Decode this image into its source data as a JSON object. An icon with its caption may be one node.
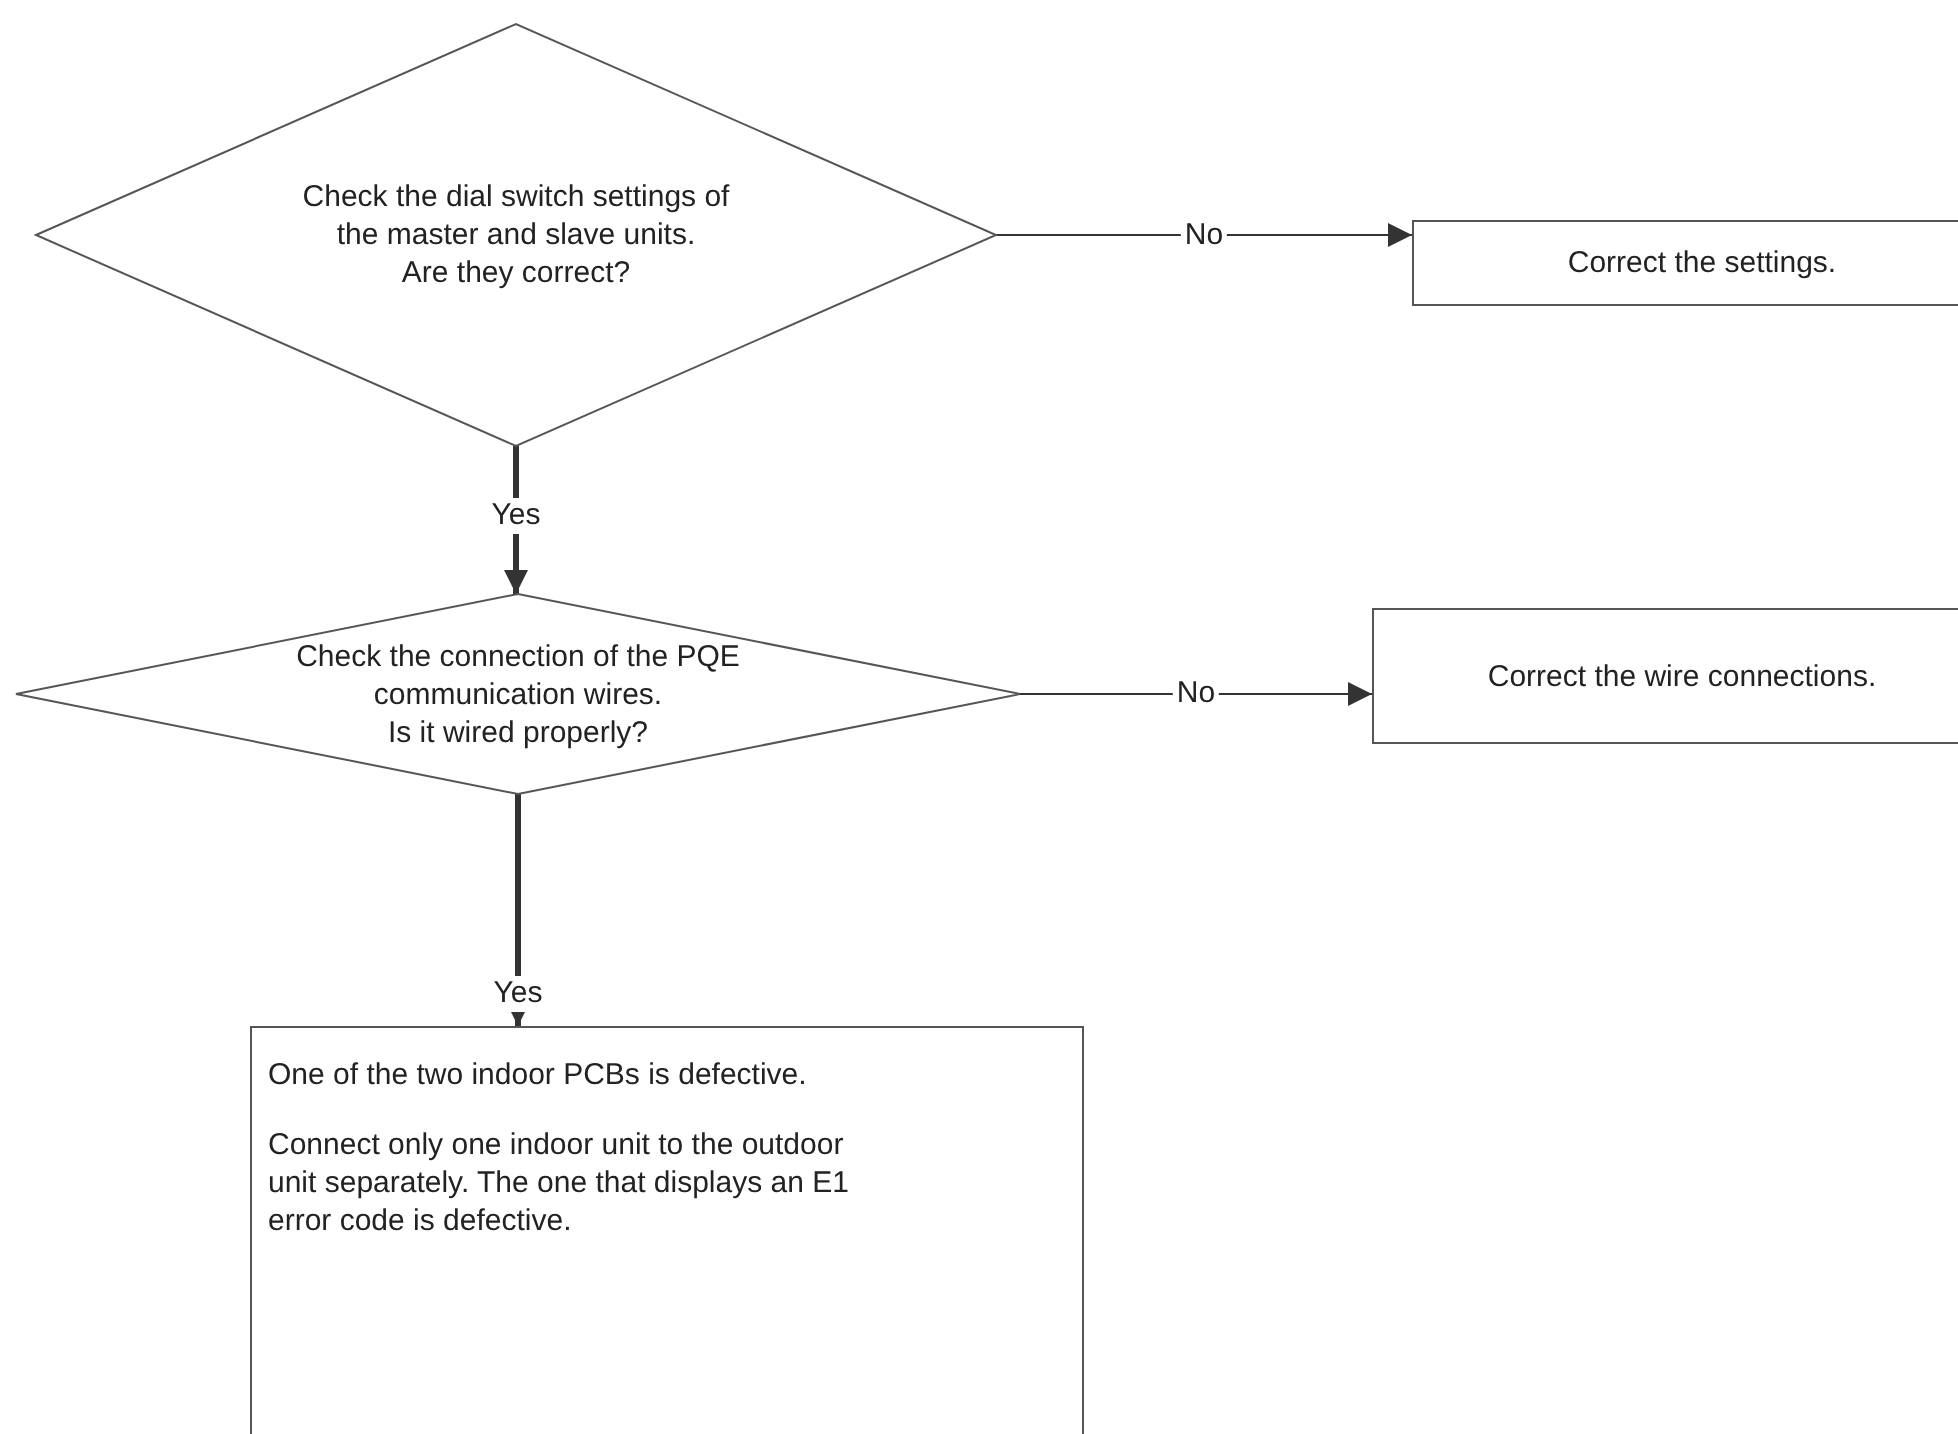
{
  "diagram": {
    "nodes": [
      {
        "text": [
          "Check the dial switch settings of the master and slave units.",
          "Are they correct?"
        ]
      },
      {
        "text": [
          "Correct the settings."
        ]
      },
      {
        "text": [
          "Check the connection of the PQE communication wires.",
          "Is it wired properly?"
        ]
      },
      {
        "text": [
          "Correct the wire connections."
        ]
      },
      {
        "text": [
          "One of the two indoor PCBs is defective.",
          "Connect only one indoor unit to the outdoor unit separately. The one that displays an E1 error code is defective."
        ]
      }
    ],
    "edges": [
      {
        "from": 0,
        "to": 1,
        "arrow": "to",
        "label": "No"
      },
      {
        "from": 0,
        "to": 2,
        "arrow": "to",
        "label": "Yes",
        "style": "thick"
      },
      {
        "from": 2,
        "to": 3,
        "arrow": "to",
        "label": "No"
      },
      {
        "from": 2,
        "to": 4,
        "arrow": "to",
        "label": "Yes",
        "style": "thick"
      }
    ]
  }
}
